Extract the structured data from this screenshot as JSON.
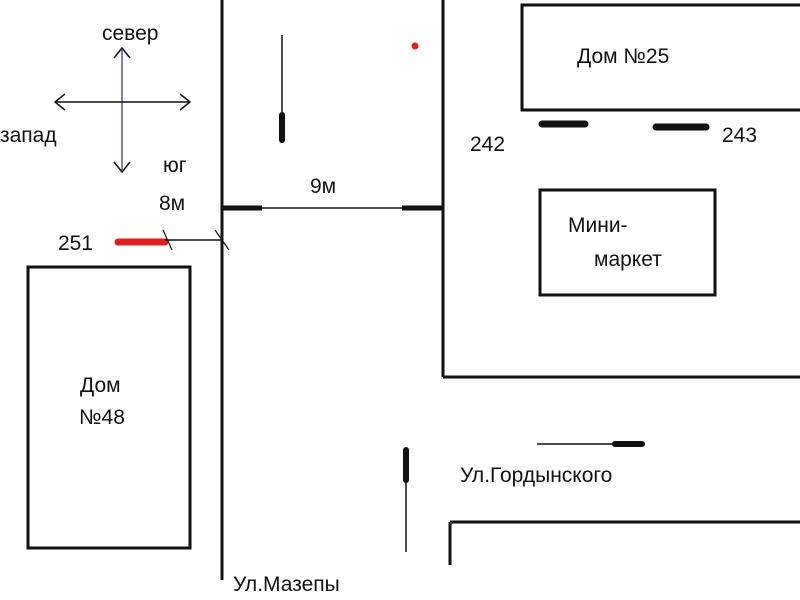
{
  "compass": {
    "north": "север",
    "west": "запад",
    "south": "юг"
  },
  "dimensions": {
    "width_9m": "9м",
    "distance_8m": "8м"
  },
  "markers": {
    "m251": "251",
    "m242": "242",
    "m243": "243"
  },
  "buildings": {
    "house25": "Дом №25",
    "house48_line1": "Дом",
    "house48_line2": "№48",
    "market_line1": "Мини-",
    "market_line2": "маркет"
  },
  "streets": {
    "mazepy": "Ул.Мазепы",
    "gordynskogo": "Ул.Гордынского"
  },
  "colors": {
    "line": "#111111",
    "highlight": "#e0201c",
    "compass_axis": "#55558a"
  }
}
